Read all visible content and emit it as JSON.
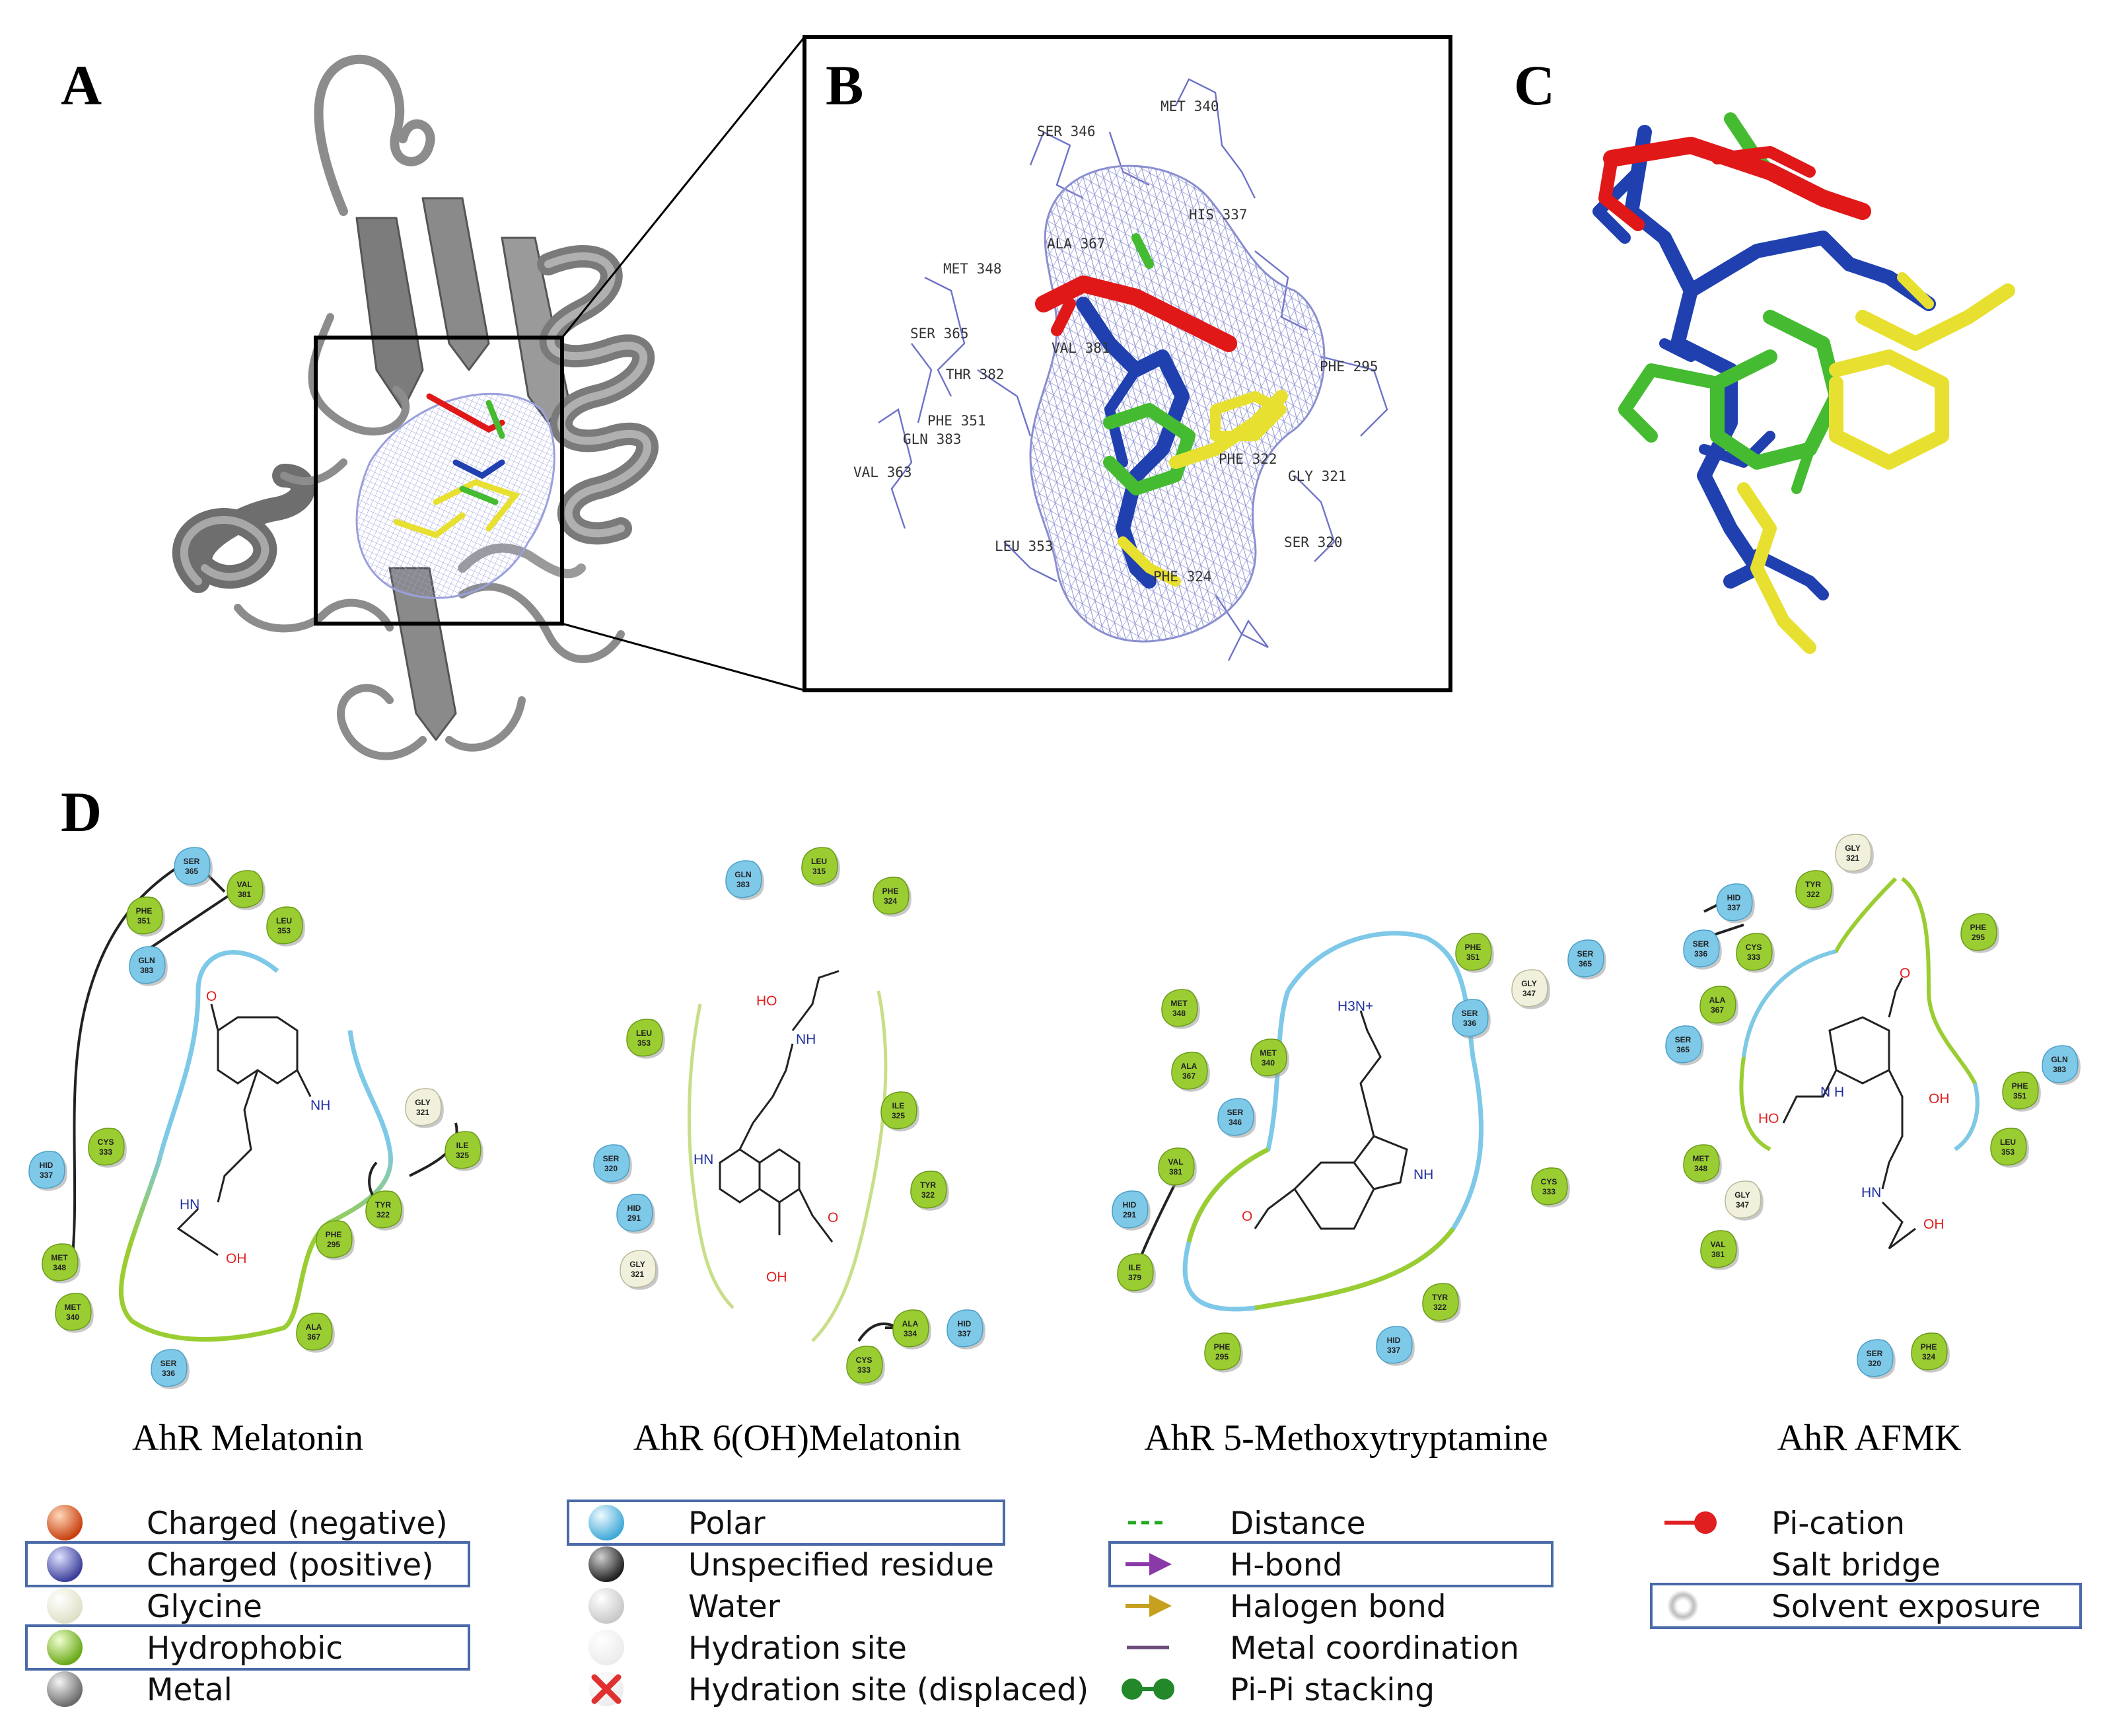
{
  "panels": {
    "A": {
      "letter": "A"
    },
    "B": {
      "letter": "B",
      "residues": [
        "MET 340",
        "SER 346",
        "HIS 337",
        "ALA 367",
        "MET 348",
        "SER 365",
        "VAL 381",
        "THR 382",
        "PHE 295",
        "PHE 351",
        "GLN 383",
        "VAL 363",
        "PHE 322",
        "GLY 321",
        "SER 320",
        "LEU 353",
        "PHE 324"
      ]
    },
    "C": {
      "letter": "C"
    },
    "D": {
      "letter": "D"
    }
  },
  "diagrams": [
    {
      "caption": "AhR Melatonin",
      "atoms": {
        "n1": "NH",
        "n2": "HN",
        "o1": "O",
        "o2": "OH"
      },
      "residues": [
        {
          "name": "SER",
          "num": "365",
          "type": "polar"
        },
        {
          "name": "VAL",
          "num": "381",
          "type": "hydrophobic"
        },
        {
          "name": "PHE",
          "num": "351",
          "type": "hydrophobic"
        },
        {
          "name": "LEU",
          "num": "353",
          "type": "hydrophobic"
        },
        {
          "name": "GLN",
          "num": "383",
          "type": "polar"
        },
        {
          "name": "GLY",
          "num": "321",
          "type": "glycine"
        },
        {
          "name": "CYS",
          "num": "333",
          "type": "hydrophobic"
        },
        {
          "name": "ILE",
          "num": "325",
          "type": "hydrophobic"
        },
        {
          "name": "HID",
          "num": "337",
          "type": "polar"
        },
        {
          "name": "TYR",
          "num": "322",
          "type": "hydrophobic"
        },
        {
          "name": "PHE",
          "num": "295",
          "type": "hydrophobic"
        },
        {
          "name": "MET",
          "num": "348",
          "type": "hydrophobic"
        },
        {
          "name": "MET",
          "num": "340",
          "type": "hydrophobic"
        },
        {
          "name": "ALA",
          "num": "367",
          "type": "hydrophobic"
        },
        {
          "name": "SER",
          "num": "336",
          "type": "polar"
        }
      ]
    },
    {
      "caption": "AhR 6(OH)Melatonin",
      "atoms": {
        "n1": "HN",
        "n2": "NH",
        "o1": "HO",
        "o2": "O",
        "o3": "OH"
      },
      "residues": [
        {
          "name": "GLN",
          "num": "383",
          "type": "polar"
        },
        {
          "name": "LEU",
          "num": "315",
          "type": "hydrophobic"
        },
        {
          "name": "PHE",
          "num": "324",
          "type": "hydrophobic"
        },
        {
          "name": "LEU",
          "num": "353",
          "type": "hydrophobic"
        },
        {
          "name": "ILE",
          "num": "325",
          "type": "hydrophobic"
        },
        {
          "name": "SER",
          "num": "320",
          "type": "polar"
        },
        {
          "name": "HID",
          "num": "291",
          "type": "polar"
        },
        {
          "name": "TYR",
          "num": "322",
          "type": "hydrophobic"
        },
        {
          "name": "GLY",
          "num": "321",
          "type": "glycine"
        },
        {
          "name": "ALA",
          "num": "334",
          "type": "hydrophobic"
        },
        {
          "name": "HID",
          "num": "337",
          "type": "polar"
        },
        {
          "name": "CYS",
          "num": "333",
          "type": "hydrophobic"
        }
      ]
    },
    {
      "caption": "AhR 5-Methoxytryptamine",
      "atoms": {
        "n1": "H3N+",
        "n2": "NH",
        "o1": "O"
      },
      "residues": [
        {
          "name": "PHE",
          "num": "351",
          "type": "hydrophobic"
        },
        {
          "name": "SER",
          "num": "365",
          "type": "polar"
        },
        {
          "name": "GLY",
          "num": "347",
          "type": "glycine"
        },
        {
          "name": "SER",
          "num": "336",
          "type": "polar"
        },
        {
          "name": "MET",
          "num": "348",
          "type": "hydrophobic"
        },
        {
          "name": "ALA",
          "num": "367",
          "type": "hydrophobic"
        },
        {
          "name": "MET",
          "num": "340",
          "type": "hydrophobic"
        },
        {
          "name": "SER",
          "num": "346",
          "type": "polar"
        },
        {
          "name": "VAL",
          "num": "381",
          "type": "hydrophobic"
        },
        {
          "name": "HID",
          "num": "291",
          "type": "polar"
        },
        {
          "name": "CYS",
          "num": "333",
          "type": "hydrophobic"
        },
        {
          "name": "ILE",
          "num": "379",
          "type": "hydrophobic"
        },
        {
          "name": "TYR",
          "num": "322",
          "type": "hydrophobic"
        },
        {
          "name": "PHE",
          "num": "295",
          "type": "hydrophobic"
        },
        {
          "name": "HID",
          "num": "337",
          "type": "polar"
        }
      ]
    },
    {
      "caption": "AhR AFMK",
      "atoms": {
        "n1": "N H",
        "n2": "HN",
        "o1": "O",
        "o2": "HO",
        "o3": "OH",
        "o4": "OH"
      },
      "residues": [
        {
          "name": "GLY",
          "num": "321",
          "type": "glycine"
        },
        {
          "name": "HID",
          "num": "337",
          "type": "polar"
        },
        {
          "name": "TYR",
          "num": "322",
          "type": "hydrophobic"
        },
        {
          "name": "PHE",
          "num": "295",
          "type": "hydrophobic"
        },
        {
          "name": "SER",
          "num": "336",
          "type": "polar"
        },
        {
          "name": "CYS",
          "num": "333",
          "type": "hydrophobic"
        },
        {
          "name": "ALA",
          "num": "367",
          "type": "hydrophobic"
        },
        {
          "name": "SER",
          "num": "365",
          "type": "polar"
        },
        {
          "name": "GLN",
          "num": "383",
          "type": "polar"
        },
        {
          "name": "PHE",
          "num": "351",
          "type": "hydrophobic"
        },
        {
          "name": "LEU",
          "num": "353",
          "type": "hydrophobic"
        },
        {
          "name": "MET",
          "num": "348",
          "type": "hydrophobic"
        },
        {
          "name": "GLY",
          "num": "347",
          "type": "glycine"
        },
        {
          "name": "VAL",
          "num": "381",
          "type": "hydrophobic"
        },
        {
          "name": "SER",
          "num": "320",
          "type": "polar"
        },
        {
          "name": "PHE",
          "num": "324",
          "type": "hydrophobic"
        }
      ]
    }
  ],
  "legend": [
    {
      "label": "Charged (negative)",
      "icon": "sphere",
      "color": "#e8602c",
      "boxed": false
    },
    {
      "label": "Charged (positive)",
      "icon": "sphere",
      "color": "#5b5fb5",
      "boxed": true
    },
    {
      "label": "Glycine",
      "icon": "sphere",
      "color": "#f4f4e4",
      "boxed": false
    },
    {
      "label": "Hydrophobic",
      "icon": "sphere",
      "color": "#9acd32",
      "boxed": true
    },
    {
      "label": "Metal",
      "icon": "sphere",
      "color": "#9a9a9a",
      "boxed": false
    },
    {
      "label": "Polar",
      "icon": "sphere",
      "color": "#7ec8e8",
      "boxed": true
    },
    {
      "label": "Unspecified residue",
      "icon": "sphere",
      "color": "#555555",
      "boxed": false
    },
    {
      "label": "Water",
      "icon": "sphere",
      "color": "#e0e0e0",
      "boxed": false
    },
    {
      "label": "Hydration site",
      "icon": "sphere",
      "color": "#fafafa",
      "boxed": false
    },
    {
      "label": "Hydration site (displaced)",
      "icon": "cross",
      "color": "#e03030",
      "boxed": false
    },
    {
      "label": "Distance",
      "icon": "dashed-line",
      "color": "#22aa22",
      "boxed": false
    },
    {
      "label": "H-bond",
      "icon": "arrow",
      "color": "#8a3aa8",
      "boxed": true
    },
    {
      "label": "Halogen bond",
      "icon": "arrow",
      "color": "#c8a020",
      "boxed": false
    },
    {
      "label": "Metal coordination",
      "icon": "line",
      "color": "#6a4a7a",
      "boxed": false
    },
    {
      "label": "Pi-Pi stacking",
      "icon": "dumbbell",
      "color": "#22882a",
      "boxed": false
    },
    {
      "label": "Pi-cation",
      "icon": "line-dot",
      "color": "#e02020",
      "boxed": false
    },
    {
      "label": "Salt bridge",
      "icon": "gradient-line",
      "color": "#c02040",
      "boxed": false
    },
    {
      "label": "Solvent exposure",
      "icon": "ring",
      "color": "#bbbbbb",
      "boxed": true
    }
  ],
  "colors": {
    "polar": "#7ec8e8",
    "hydrophobic": "#9acd32",
    "glycine": "#f0f0dc",
    "ligand_red": "#e01818",
    "ligand_blue": "#2040b0",
    "ligand_green": "#44bb30",
    "ligand_yellow": "#e8e030",
    "mesh": "#8088c8",
    "cartoon": "#8c8c8c",
    "box_border": "#4a6aa8"
  }
}
